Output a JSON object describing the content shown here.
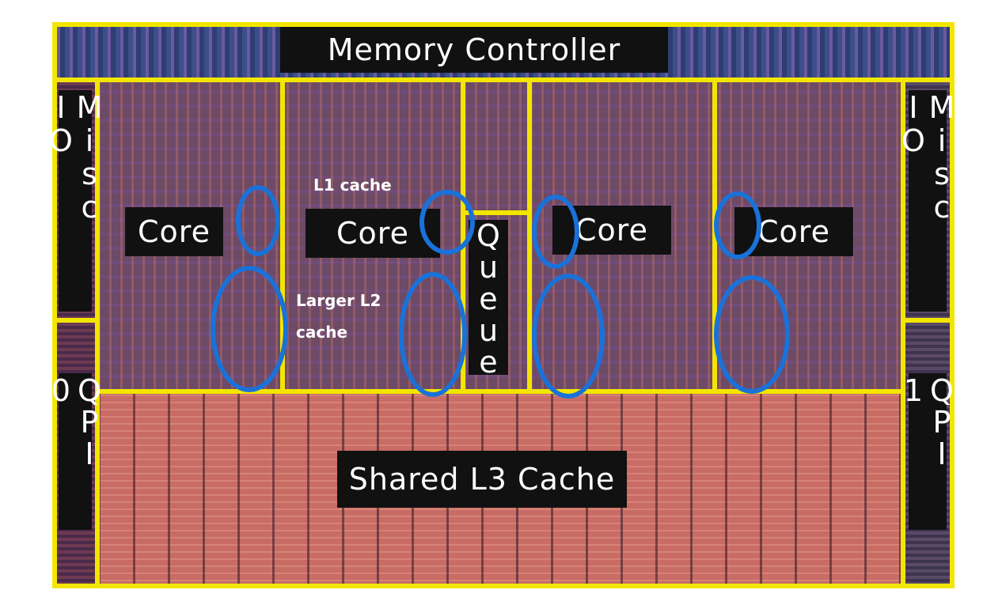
{
  "labels": {
    "memory_controller": "Memory Controller",
    "misc_io_left": "Misc IO",
    "misc_io_right": "Misc IO",
    "qpi_left": "QPI 0",
    "qpi_right": "QPI 1",
    "core_1": "Core",
    "core_2": "Core",
    "core_3": "Core",
    "core_4": "Core",
    "queue": "Queue",
    "shared_l3": "Shared L3 Cache"
  },
  "annotations": {
    "l1_cache": "L1 cache",
    "l2_cache_line1": "Larger L2",
    "l2_cache_line2": "cache"
  },
  "colors": {
    "frame": "#f2e600",
    "ring": "#1a72d9",
    "label_bg": "#111111",
    "label_text": "#ffffff"
  }
}
